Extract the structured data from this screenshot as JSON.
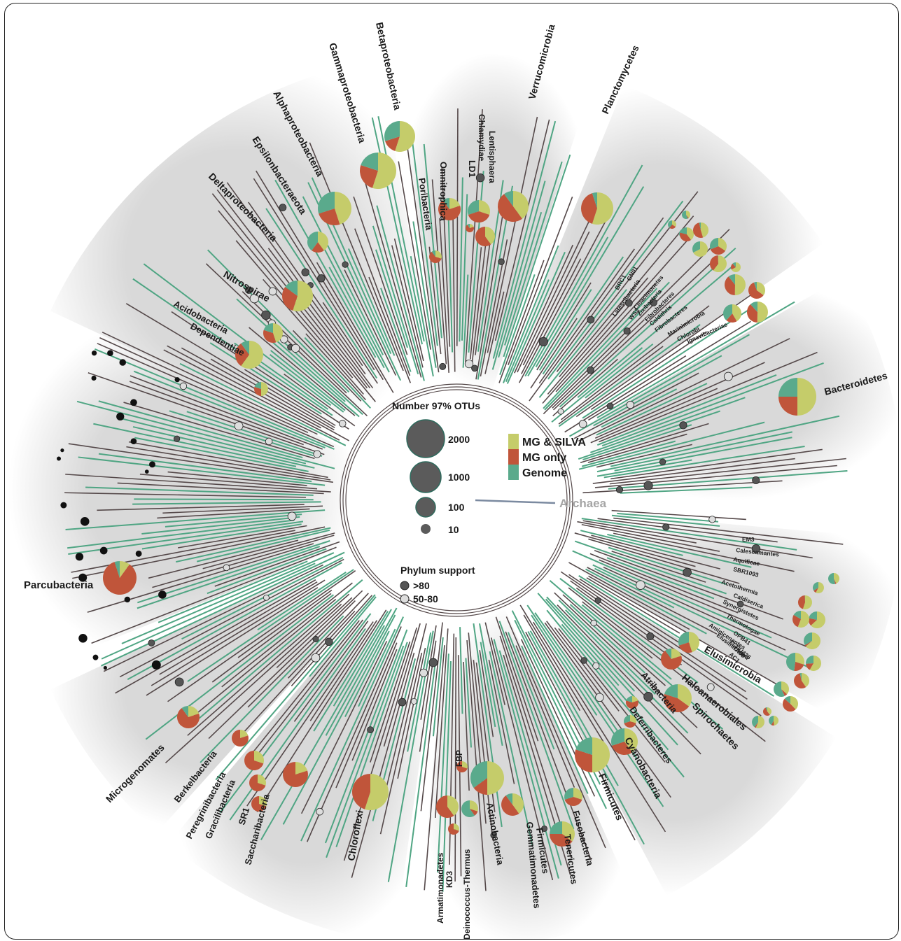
{
  "colors": {
    "mg_silva": "#c5cc6a",
    "mg_only": "#c0553a",
    "genome": "#5aaa8c",
    "branch_dark": "#55494a",
    "branch_green": "#4fa583",
    "wedge_grey": "#e4e4e4",
    "node_dark": "#555555",
    "node_light": "#dddddd",
    "archaea": "#a5a5a5"
  },
  "legend": {
    "size_title": "Number 97% OTUs",
    "sizes": [
      "2000",
      "1000",
      "100",
      "10"
    ],
    "categories": [
      "MG & SILVA",
      "MG only",
      "Genome"
    ],
    "support_title": "Phylum support",
    "support": [
      ">80",
      "50-80"
    ]
  },
  "outgroup": "Archaea",
  "taxa_major": [
    "Betaproteobacteria",
    "Gammaproteobacteria",
    "Alphaproteobacteria",
    "Epsilonbacteraeota",
    "Deltaproteobacteria",
    "Nitrospirae",
    "Acidobacteria",
    "Dependentiae",
    "Omnitrophica",
    "Poribacteria",
    "LD1",
    "Chlamydiae",
    "Lentisphaera",
    "Verrucomicrobia",
    "Planctomycetes",
    "Bacteroidetes",
    "Parcubacteria",
    "Microgenomates",
    "Berkelbacteria",
    "Peregrinibacteria",
    "Gracilibacteria",
    "SR1",
    "Saccharibacteria",
    "Chloroflexi",
    "Armatimonadetes",
    "KD3",
    "FBP",
    "Deinococcus-Thermus",
    "Actinobacteria",
    "Gemmatimonadetes",
    "Firmicutes",
    "Tenericutes",
    "Fusobacteria",
    "Firmicutes",
    "Cyanobacteria",
    "Deferribacteres",
    "Atribacteria",
    "Spirochaetes",
    "Haloanaerobiales",
    "Elusimicrobia"
  ],
  "taxa_minor": [
    "BRC1",
    "GN01",
    "Latescibacteria",
    "WS3",
    "Cloacimonetes",
    "Zixibacteria",
    "Fibrobacteres",
    "Caldithrix",
    "Fibrobacteres",
    "Marinimicrobia",
    "Chlorobi",
    "Ignavibacteriae",
    "EM3",
    "Calescamantes",
    "Aquificae",
    "SBR1093",
    "Acetothermia",
    "Caldiserica",
    "Synergistetes",
    "Thermotogae",
    "Aminicenantes",
    "OPB41",
    "Elusimicrobia",
    "FCPU426",
    "TA06",
    "AC1"
  ],
  "pies": [
    {
      "taxon": "Betaproteobacteria",
      "shares": [
        0.55,
        0.15,
        0.3
      ]
    },
    {
      "taxon": "Gammaproteobacteria",
      "shares": [
        0.55,
        0.25,
        0.2
      ]
    },
    {
      "taxon": "Alphaproteobacteria",
      "shares": [
        0.45,
        0.25,
        0.3
      ]
    },
    {
      "taxon": "Epsilonbacteraeota",
      "shares": [
        0.4,
        0.2,
        0.4
      ]
    },
    {
      "taxon": "Deltaproteobacteria",
      "shares": [
        0.55,
        0.3,
        0.15
      ]
    },
    {
      "taxon": "Nitrospirae",
      "shares": [
        0.45,
        0.35,
        0.2
      ]
    },
    {
      "taxon": "Acidobacteria",
      "shares": [
        0.6,
        0.3,
        0.1
      ]
    },
    {
      "taxon": "Dependentiae",
      "shares": [
        0.5,
        0.3,
        0.2
      ]
    },
    {
      "taxon": "Omnitrophica",
      "shares": [
        0.2,
        0.7,
        0.1
      ]
    },
    {
      "taxon": "Poribacteria",
      "shares": [
        0.3,
        0.6,
        0.1
      ]
    },
    {
      "taxon": "LD1",
      "shares": [
        0.2,
        0.7,
        0.1
      ]
    },
    {
      "taxon": "Chlamydiae",
      "shares": [
        0.3,
        0.4,
        0.3
      ]
    },
    {
      "taxon": "Lentisphaera",
      "shares": [
        0.4,
        0.6,
        0.0
      ]
    },
    {
      "taxon": "Verrucomicrobia",
      "shares": [
        0.4,
        0.5,
        0.1
      ]
    },
    {
      "taxon": "Planctomycetes",
      "shares": [
        0.55,
        0.4,
        0.05
      ]
    },
    {
      "taxon": "Bacteroidetes",
      "shares": [
        0.5,
        0.25,
        0.25
      ]
    },
    {
      "taxon": "Parcubacteria",
      "shares": [
        0.1,
        0.85,
        0.05
      ]
    },
    {
      "taxon": "Microgenomates",
      "shares": [
        0.2,
        0.7,
        0.1
      ]
    },
    {
      "taxon": "Berkelbacteria",
      "shares": [
        0.2,
        0.8,
        0.0
      ]
    },
    {
      "taxon": "Peregrinibacteria",
      "shares": [
        0.3,
        0.7,
        0.0
      ]
    },
    {
      "taxon": "Gracilibacteria",
      "shares": [
        0.3,
        0.7,
        0.0
      ]
    },
    {
      "taxon": "SR1",
      "shares": [
        0.3,
        0.7,
        0.0
      ]
    },
    {
      "taxon": "Saccharibacteria",
      "shares": [
        0.2,
        0.8,
        0.0
      ]
    },
    {
      "taxon": "Chloroflexi",
      "shares": [
        0.55,
        0.45,
        0.0
      ]
    },
    {
      "taxon": "Armatimonadetes",
      "shares": [
        0.4,
        0.6,
        0.0
      ]
    },
    {
      "taxon": "KD3",
      "shares": [
        0.3,
        0.7,
        0.0
      ]
    },
    {
      "taxon": "FBP",
      "shares": [
        0.3,
        0.7,
        0.0
      ]
    },
    {
      "taxon": "Deinococcus-Thermus",
      "shares": [
        0.3,
        0.1,
        0.6
      ]
    },
    {
      "taxon": "Actinobacteria",
      "shares": [
        0.5,
        0.15,
        0.35
      ]
    },
    {
      "taxon": "Gemmatimonadetes",
      "shares": [
        0.4,
        0.5,
        0.1
      ]
    },
    {
      "taxon": "Tenericutes",
      "shares": [
        0.35,
        0.4,
        0.25
      ]
    },
    {
      "taxon": "Fusobacteria",
      "shares": [
        0.3,
        0.4,
        0.3
      ]
    },
    {
      "taxon": "Firmicutes",
      "shares": [
        0.5,
        0.3,
        0.2
      ]
    },
    {
      "taxon": "Cyanobacteria",
      "shares": [
        0.4,
        0.3,
        0.3
      ]
    },
    {
      "taxon": "Deferribacteres",
      "shares": [
        0.3,
        0.4,
        0.3
      ]
    },
    {
      "taxon": "Atribacteria",
      "shares": [
        0.2,
        0.6,
        0.2
      ]
    },
    {
      "taxon": "Spirochaetes",
      "shares": [
        0.35,
        0.45,
        0.2
      ]
    },
    {
      "taxon": "Haloanaerobiales",
      "shares": [
        0.2,
        0.7,
        0.1
      ]
    },
    {
      "taxon": "Elusimicrobia",
      "shares": [
        0.45,
        0.25,
        0.3
      ]
    }
  ]
}
